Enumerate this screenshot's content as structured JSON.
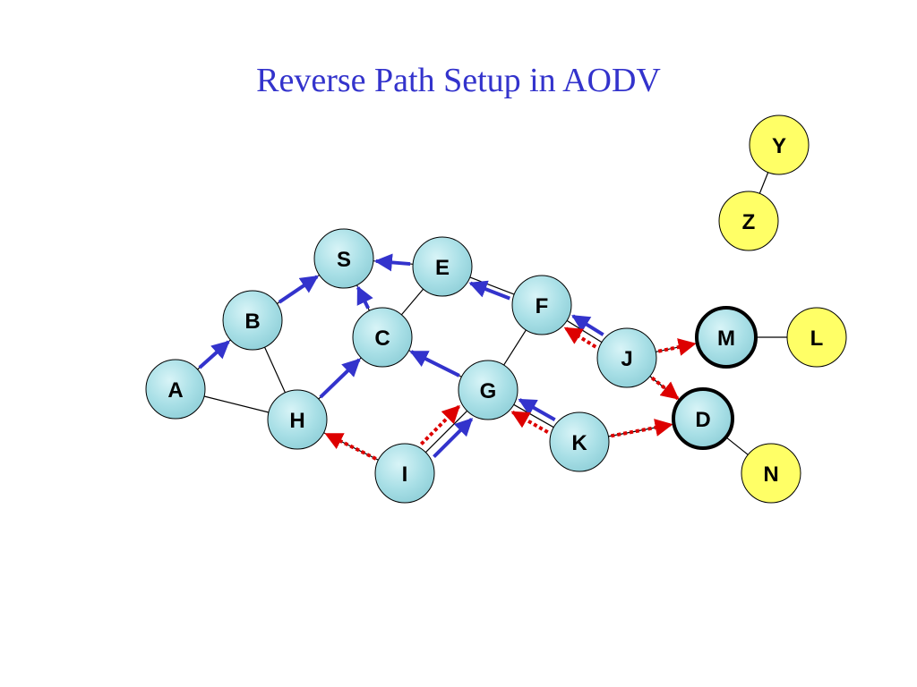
{
  "title": "Reverse Path Setup in AODV",
  "colors": {
    "title": "#3333cc",
    "node_fill": "#a8dfe6",
    "node_fill_highlight": "#ffff66",
    "forward_arrow": "#3333cc",
    "reverse_arrow": "#dd0000",
    "link": "#000000"
  },
  "nodes": [
    {
      "id": "S",
      "label": "S",
      "style": "normal"
    },
    {
      "id": "E",
      "label": "E",
      "style": "normal"
    },
    {
      "id": "B",
      "label": "B",
      "style": "normal"
    },
    {
      "id": "C",
      "label": "C",
      "style": "normal"
    },
    {
      "id": "F",
      "label": "F",
      "style": "normal"
    },
    {
      "id": "A",
      "label": "A",
      "style": "normal"
    },
    {
      "id": "H",
      "label": "H",
      "style": "normal"
    },
    {
      "id": "G",
      "label": "G",
      "style": "normal"
    },
    {
      "id": "J",
      "label": "J",
      "style": "normal"
    },
    {
      "id": "I",
      "label": "I",
      "style": "normal"
    },
    {
      "id": "K",
      "label": "K",
      "style": "normal"
    },
    {
      "id": "M",
      "label": "M",
      "style": "bold-border"
    },
    {
      "id": "D",
      "label": "D",
      "style": "bold-border"
    },
    {
      "id": "L",
      "label": "L",
      "style": "yellow"
    },
    {
      "id": "N",
      "label": "N",
      "style": "yellow"
    },
    {
      "id": "Y",
      "label": "Y",
      "style": "yellow"
    },
    {
      "id": "Z",
      "label": "Z",
      "style": "yellow"
    }
  ],
  "links": [
    [
      "A",
      "B"
    ],
    [
      "A",
      "H"
    ],
    [
      "B",
      "S"
    ],
    [
      "B",
      "H"
    ],
    [
      "S",
      "E"
    ],
    [
      "S",
      "C"
    ],
    [
      "E",
      "C"
    ],
    [
      "E",
      "F"
    ],
    [
      "C",
      "H"
    ],
    [
      "C",
      "G"
    ],
    [
      "F",
      "G"
    ],
    [
      "F",
      "J"
    ],
    [
      "H",
      "I"
    ],
    [
      "I",
      "G"
    ],
    [
      "G",
      "K"
    ],
    [
      "J",
      "M"
    ],
    [
      "J",
      "D"
    ],
    [
      "K",
      "D"
    ],
    [
      "M",
      "L"
    ],
    [
      "D",
      "N"
    ],
    [
      "Y",
      "Z"
    ]
  ],
  "forward_edges": [
    {
      "from": "A",
      "to": "B"
    },
    {
      "from": "B",
      "to": "S"
    },
    {
      "from": "C",
      "to": "S"
    },
    {
      "from": "E",
      "to": "S"
    },
    {
      "from": "H",
      "to": "C"
    },
    {
      "from": "G",
      "to": "C"
    },
    {
      "from": "F",
      "to": "E"
    },
    {
      "from": "J",
      "to": "F"
    },
    {
      "from": "I",
      "to": "G"
    },
    {
      "from": "K",
      "to": "G"
    }
  ],
  "reverse_edges": [
    {
      "from": "I",
      "to": "H"
    },
    {
      "from": "I",
      "to": "G"
    },
    {
      "from": "J",
      "to": "F"
    },
    {
      "from": "J",
      "to": "M"
    },
    {
      "from": "J",
      "to": "D"
    },
    {
      "from": "K",
      "to": "G"
    },
    {
      "from": "K",
      "to": "D"
    }
  ]
}
